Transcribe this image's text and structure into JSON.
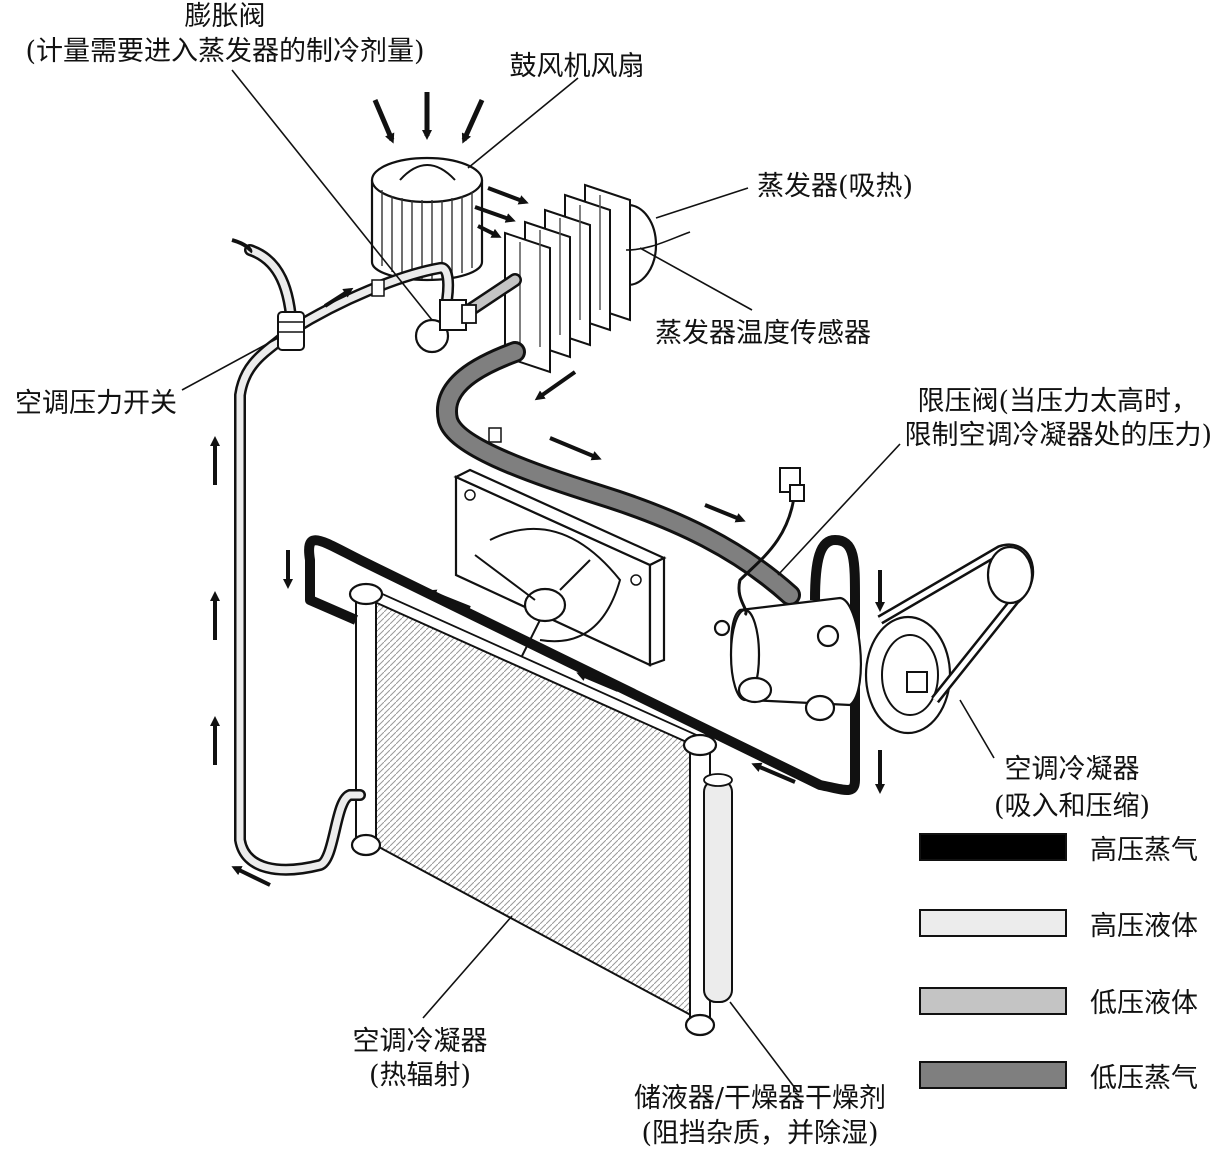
{
  "labels": {
    "expansion_valve": "膨胀阀",
    "expansion_valve_note": "(计量需要进入蒸发器的制冷剂量)",
    "blower_fan": "鼓风机风扇",
    "evaporator": "蒸发器(吸热)",
    "evaporator_temp_sensor": "蒸发器温度传感器",
    "ac_pressure_switch": "空调压力开关",
    "relief_valve": "限压阀(当压力太高时，",
    "relief_valve_note": "限制空调冷凝器处的压力)",
    "compressor": "空调冷凝器",
    "compressor_note": "(吸入和压缩)",
    "condenser": "空调冷凝器",
    "condenser_note": "(热辐射)",
    "receiver_drier": "储液器/干燥器干燥剂",
    "receiver_drier_note": "(阻挡杂质，并除湿)"
  },
  "legend": [
    {
      "label": "高压蒸气",
      "color": "#000000"
    },
    {
      "label": "高压液体",
      "color": "#ececec"
    },
    {
      "label": "低压液体",
      "color": "#c4c4c4"
    },
    {
      "label": "低压蒸气",
      "color": "#7f7f7f"
    }
  ]
}
